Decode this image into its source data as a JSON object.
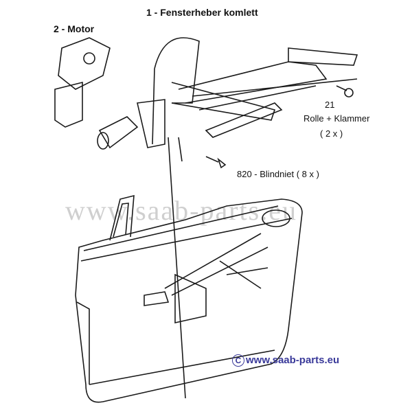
{
  "title": "1 - Fensterheber komlett",
  "motor_label": "2 -  Motor",
  "part21_number": "21",
  "part21_label": "Rolle + Klammer",
  "part21_qty": "( 2 x )",
  "part820_label": "820 - Blindniet  ( 8 x )",
  "watermark": "www.saab-parts.eu",
  "copyright_symbol": "C",
  "copyright_url": "www.saab-parts.eu",
  "colors": {
    "line": "#1a1a1a",
    "copyright": "#3a3a9a",
    "watermark": "#cfcfcf"
  }
}
